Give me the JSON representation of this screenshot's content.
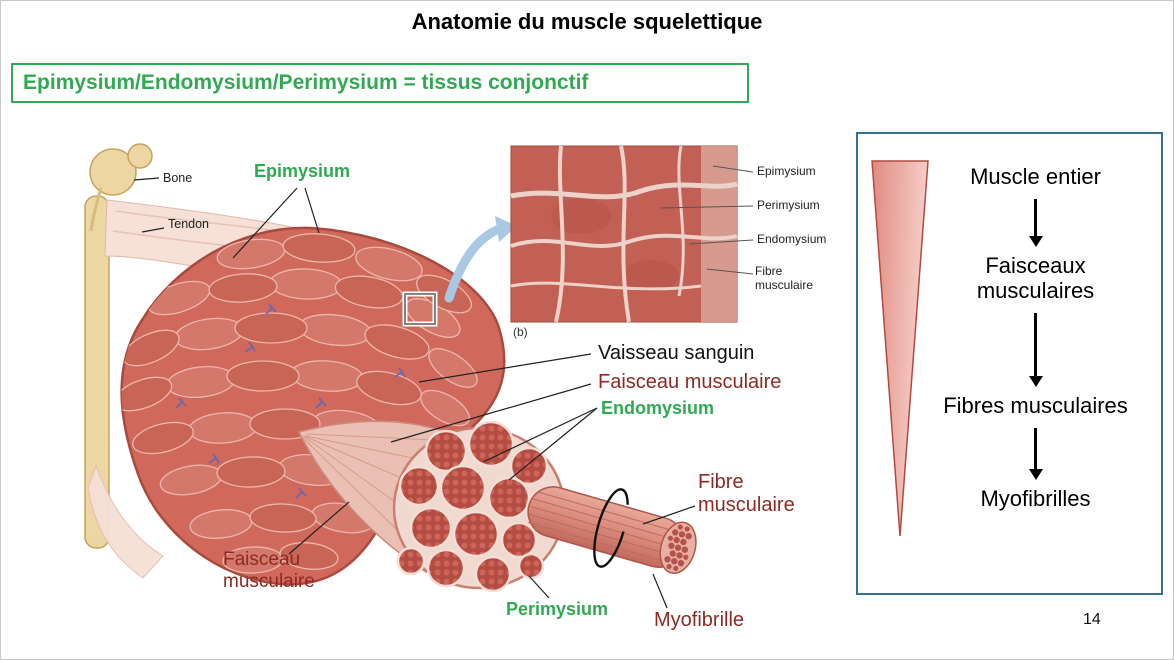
{
  "slide": {
    "title": "Anatomie du muscle squelettique",
    "banner": "Epimysium/Endomysium/Perimysium = tissus conjonctif",
    "page_number": "14"
  },
  "figure": {
    "labels": {
      "bone": "Bone",
      "tendon": "Tendon",
      "epimysium": "Epimysium",
      "vaisseau_sanguin": "Vaisseau sanguin",
      "faisceau_musculaire_right": "Faisceau musculaire",
      "endomysium": "Endomysium",
      "fibre_musculaire": "Fibre musculaire",
      "faisceau_musculaire_left": "Faisceau musculaire",
      "perimysium": "Perimysium",
      "myofibrille": "Myofibrille"
    },
    "histology": {
      "caption": "(b)",
      "labels": {
        "epimysium": "Epimysium",
        "perimysium": "Perimysium",
        "endomysium": "Endomysium",
        "fibre_musculaire": "Fibre musculaire"
      }
    }
  },
  "hierarchy": {
    "levels": [
      "Muscle entier",
      "Faisceaux musculaires",
      "Fibres musculaires",
      "Myofibrilles"
    ]
  },
  "colors": {
    "accent_green": "#2faa52",
    "accent_dark_red": "#8e2a21",
    "panel_border_blue": "#35708e",
    "muscle_pink": "#d0695c",
    "triangle_pink": "#eda9a0"
  }
}
